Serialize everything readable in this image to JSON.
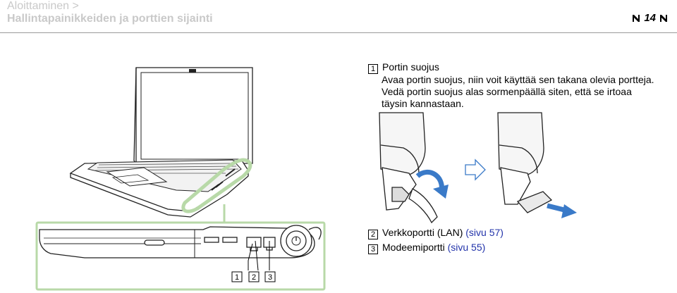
{
  "header": {
    "crumb_section": "Aloittaminen >",
    "crumb_title": "Hallintapainikkeiden ja porttien sijainti",
    "page_number": "14"
  },
  "callouts": {
    "item1": {
      "number": "1",
      "title": "Portin suojus",
      "lines": [
        "Avaa portin suojus, niin voit käyttää sen takana olevia portteja.",
        "Vedä portin suojus alas sormenpäällä siten, että se irtoaa",
        "täysin kannastaan."
      ]
    },
    "item2": {
      "number": "2",
      "label": "Verkkoportti (LAN)",
      "ref": "(sivu 57)"
    },
    "item3": {
      "number": "3",
      "label": "Modeemiportti",
      "ref": "(sivu 55)"
    }
  },
  "diagram_labels": [
    "1",
    "2",
    "3"
  ],
  "colors": {
    "header_text": "#c9c9c9",
    "accent_green": "#b8d9a8",
    "arrow_blue": "#3a7ac8",
    "link": "#2233aa"
  }
}
